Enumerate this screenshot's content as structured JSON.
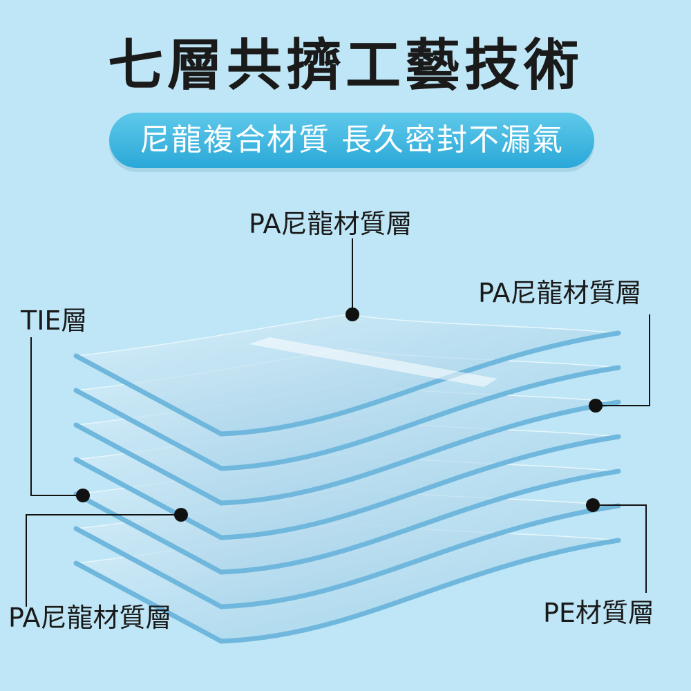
{
  "header": {
    "title": "七層共擠工藝技術",
    "subtitle": "尼龍複合材質 長久密封不漏氣"
  },
  "labels": {
    "top_layer": "PA尼龍材質層",
    "right_layer": "PA尼龍材質層",
    "tie_layer": "TIE層",
    "bottom_left_layer": "PA尼龍材質層",
    "pe_layer": "PE材質層"
  },
  "diagram": {
    "layer_count": 7,
    "colors": {
      "background": "#bfe6f6",
      "accent": "#2aa8d8",
      "sheet_fill": "#a9d6ec",
      "sheet_edge": "#6fb7dc",
      "marker": "#111111"
    }
  }
}
